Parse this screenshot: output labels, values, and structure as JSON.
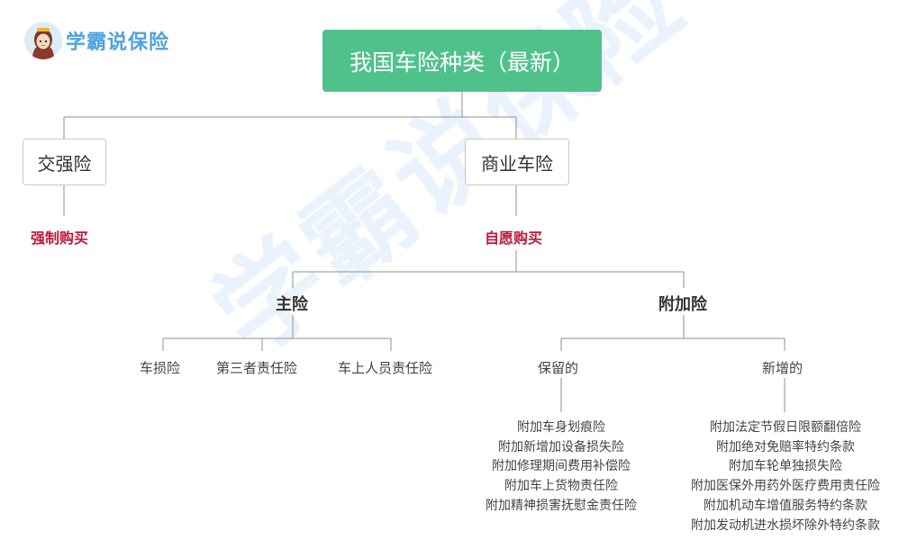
{
  "logo": {
    "text": "学霸说保险",
    "icon": "avatar-girl-icon"
  },
  "watermark": "学霸说保险",
  "root": {
    "title": "我国车险种类（最新）",
    "color": "#4fc28c"
  },
  "categories": {
    "compulsory": {
      "label": "交强险",
      "note": "强制购买"
    },
    "commercial": {
      "label": "商业车险",
      "note": "自愿购买"
    }
  },
  "main": {
    "label": "主险",
    "items": [
      "车损险",
      "第三者责任险",
      "车上人员责任险"
    ]
  },
  "addon": {
    "label": "附加险",
    "retained": {
      "label": "保留的",
      "items": [
        "附加车身划痕险",
        "附加新增加设备损失险",
        "附加修理期间费用补偿险",
        "附加车上货物责任险",
        "附加精神损害抚慰金责任险"
      ]
    },
    "new": {
      "label": "新增的",
      "items": [
        "附加法定节假日限额翻倍险",
        "附加绝对免赔率特约条款",
        "附加车轮单独损失险",
        "附加医保外用药外医疗费用责任险",
        "附加机动车增值服务特约条款",
        "附加发动机进水损坏除外特约条款"
      ]
    }
  },
  "colors": {
    "note_red": "#c0163a",
    "logo_blue": "#4fa3dc"
  }
}
